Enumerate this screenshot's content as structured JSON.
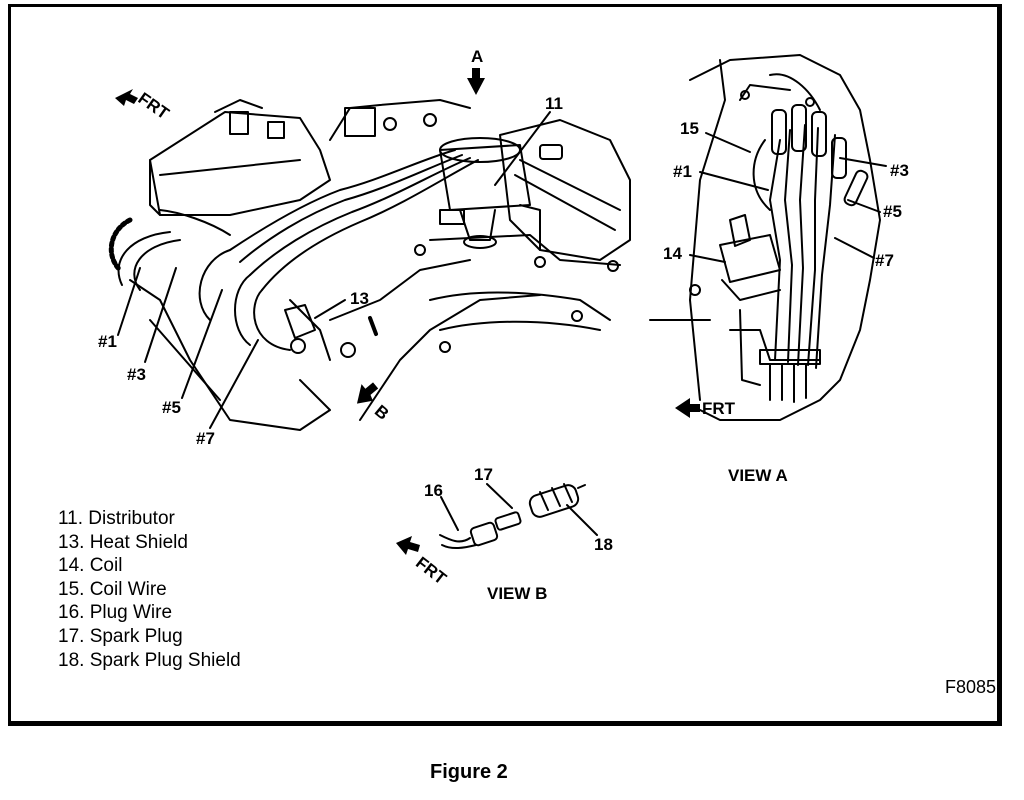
{
  "callouts": {
    "c11": "11",
    "c13": "13",
    "c1": "#1",
    "c3": "#3",
    "c5": "#5",
    "c7": "#7",
    "a15": "15",
    "a1": "#1",
    "a3": "#3",
    "a5": "#5",
    "a14": "14",
    "a7": "#7",
    "b16": "16",
    "b17": "17",
    "b18": "18"
  },
  "direction": {
    "arrow_a": "A",
    "arrow_b": "B",
    "front_main": "FRT",
    "front_view_a": "FRT",
    "front_view_b": "FRT"
  },
  "views": {
    "view_a": "VIEW A",
    "view_b": "VIEW B"
  },
  "legend": [
    "11. Distributor",
    "13. Heat Shield",
    "14. Coil",
    "15. Coil Wire",
    "16. Plug Wire",
    "17. Spark Plug",
    "18. Spark Plug Shield"
  ],
  "figure_id": "F8085",
  "caption": "Figure 2"
}
